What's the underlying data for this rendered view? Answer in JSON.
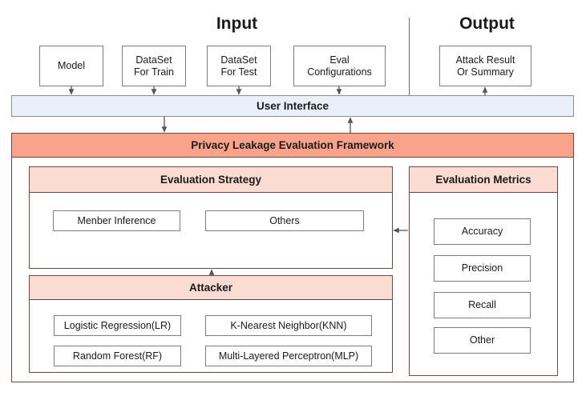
{
  "diagram": {
    "title_input": "Input",
    "title_output": "Output",
    "input_boxes": [
      {
        "lines": [
          "Model"
        ]
      },
      {
        "lines": [
          "DataSet",
          "For Train"
        ]
      },
      {
        "lines": [
          "DataSet",
          "For Test"
        ]
      },
      {
        "lines": [
          "Eval",
          "Configurations"
        ]
      }
    ],
    "output_boxes": [
      {
        "lines": [
          "Attack Result",
          "Or Summary"
        ]
      }
    ],
    "user_interface_label": "User Interface",
    "framework_label": "Privacy Leakage Evaluation Framework",
    "evaluation_strategy": {
      "header": "Evaluation Strategy",
      "items": [
        "Menber Inference",
        "Others"
      ]
    },
    "attacker": {
      "header": "Attacker",
      "items": [
        "Logistic Regression(LR)",
        "K-Nearest Neighbor(KNN)",
        "Random Forest(RF)",
        "Multi-Layered Perceptron(MLP)"
      ]
    },
    "evaluation_metrics": {
      "header": "Evaluation Metrics",
      "items": [
        "Accuracy",
        "Precision",
        "Recall",
        "Other"
      ]
    },
    "colors": {
      "framework_bar": "#fba38a",
      "panel_header": "#fbdcd2",
      "user_interface": "#e9f0f9",
      "box_border": "#7d7d7d",
      "panel_border": "#6b4a40",
      "arrow": "#555555"
    }
  }
}
